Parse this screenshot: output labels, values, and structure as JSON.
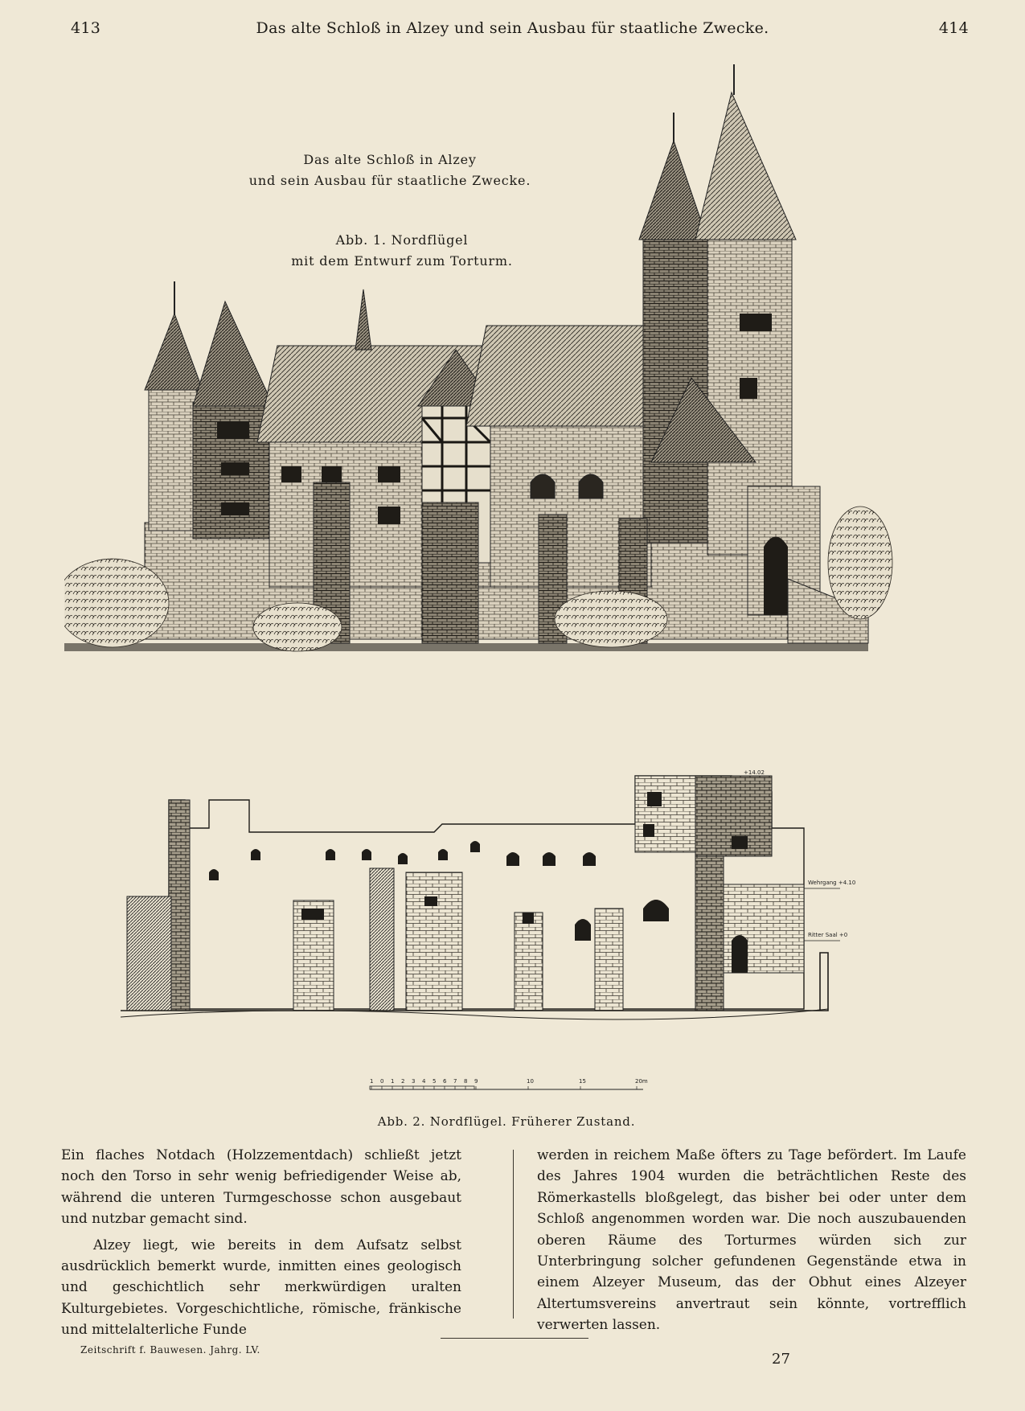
{
  "header": {
    "page_left": "413",
    "running_title": "Das alte Schloß in Alzey und sein Ausbau für staatliche Zwecke.",
    "page_right": "414"
  },
  "article_title": {
    "line1": "Das alte Schloß in Alzey",
    "line2": "und sein Ausbau für staatliche Zwecke."
  },
  "figure1": {
    "caption_line1": "Abb. 1.  Nordflügel",
    "caption_line2": "mit dem Entwurf zum Torturm."
  },
  "figure2": {
    "label_wehrgang": "Wehrgang +4.10",
    "label_rittersaal": "Ritter Saal +0",
    "label_top": "+14.02",
    "scale_ticks": [
      "1",
      "0",
      "1",
      "2",
      "3",
      "4",
      "5",
      "6",
      "7",
      "8",
      "9",
      "10",
      "15",
      "20m"
    ],
    "caption": "Abb. 2.  Nordflügel.  Früherer Zustand."
  },
  "text": {
    "left_p1": "Ein flaches Notdach (Holzzementdach) schließt jetzt noch den Torso in sehr wenig befriedigender Weise ab, während die unteren Turmgeschosse schon ausgebaut und nutzbar gemacht sind.",
    "left_p2": "Alzey liegt, wie bereits in dem Aufsatz selbst ausdrücklich bemerkt wurde, inmitten eines geologisch und geschichtlich sehr merkwürdigen uralten Kulturgebietes. Vorgeschichtliche, römische, fränkische und mittelalterliche Funde",
    "right_p1": "werden in reichem Maße öfters zu Tage befördert. Im Laufe des Jahres 1904 wurden die beträchtlichen Reste des Römerkastells bloßgelegt, das bisher bei oder unter dem Schloß angenommen worden war. Die noch auszubauenden oberen Räume des Torturmes würden sich zur Unterbringung solcher gefundenen Gegenstände etwa in einem Alzeyer Museum, das der Obhut eines Alzeyer Altertumsvereins anvertraut sein könnte, vortrefflich verwerten lassen."
  },
  "footer": {
    "journal": "Zeitschrift f. Bauwesen.  Jahrg. LV.",
    "page_number": "27"
  }
}
